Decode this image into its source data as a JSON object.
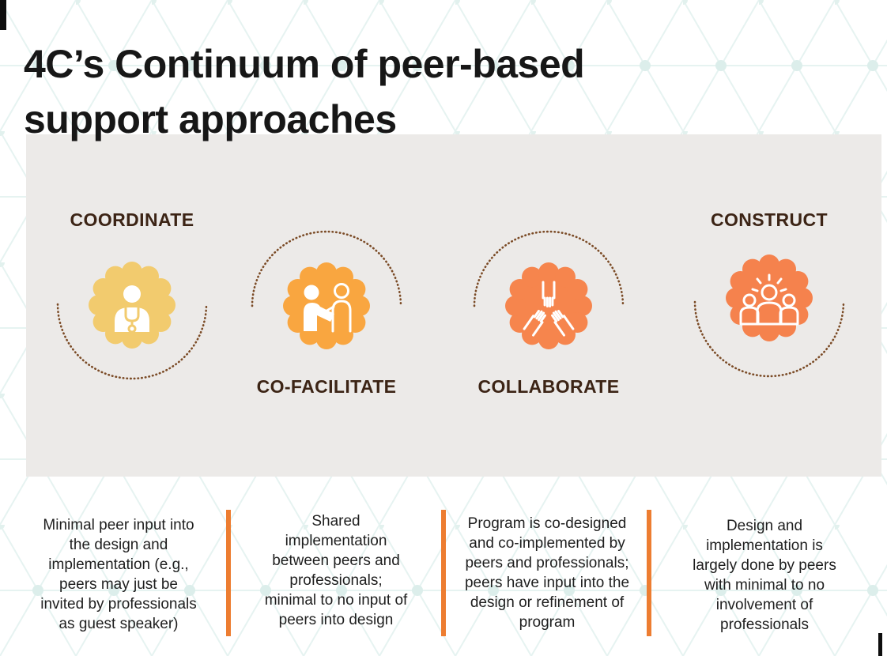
{
  "title": {
    "line1": "4C’s Continuum of peer-based",
    "line2": "support approaches"
  },
  "stages": [
    {
      "label": "COORDINATE",
      "icon": "doctor-stethoscope-icon",
      "badge_color": "#F2CB6E",
      "label_position": "above",
      "arc_position": "below",
      "description": "Minimal peer input into the design and implementation (e.g., peers may just be invited by professionals as guest speaker)",
      "description_lines": [
        "Minimal peer input into",
        "the design and",
        "implementation (e.g.,",
        "peers may just be",
        "invited by professionals",
        "as guest speaker)"
      ]
    },
    {
      "label": "CO-FACILITATE",
      "icon": "handshake-icon",
      "badge_color": "#F9A640",
      "label_position": "below",
      "arc_position": "above",
      "description": "Shared implementation between peers and professionals; minimal to no input of peers into design",
      "description_lines": [
        "Shared",
        "implementation",
        "between peers and",
        "professionals;",
        "minimal to no input of",
        "peers into design"
      ]
    },
    {
      "label": "COLLABORATE",
      "icon": "hands-together-icon",
      "badge_color": "#F6854D",
      "label_position": "below",
      "arc_position": "above",
      "description": "Program is co-designed and co-implemented by peers and professionals; peers have input into the design or refinement of program",
      "description_lines": [
        "Program is co-designed",
        "and co-implemented by",
        "peers and professionals;",
        "peers have input into the",
        "design or refinement of",
        "program"
      ]
    },
    {
      "label": "CONSTRUCT",
      "icon": "team-spotlight-icon",
      "badge_color": "#F5824D",
      "label_position": "above",
      "arc_position": "below",
      "description": "Design and implementation is largely done by peers with minimal to no involvement of professionals",
      "description_lines": [
        "Design and",
        "implementation is",
        "largely done by peers",
        "with minimal to no",
        "involvement of",
        "professionals"
      ]
    }
  ],
  "colors": {
    "panel_bg": "#ECEAE8",
    "title_text": "#171717",
    "stage_label_text": "#3C2415",
    "arc_dots": "#7B4B26",
    "divider": "#ED7D31",
    "body_text": "#1E1E1E",
    "pattern_line": "#E6F3F1"
  }
}
